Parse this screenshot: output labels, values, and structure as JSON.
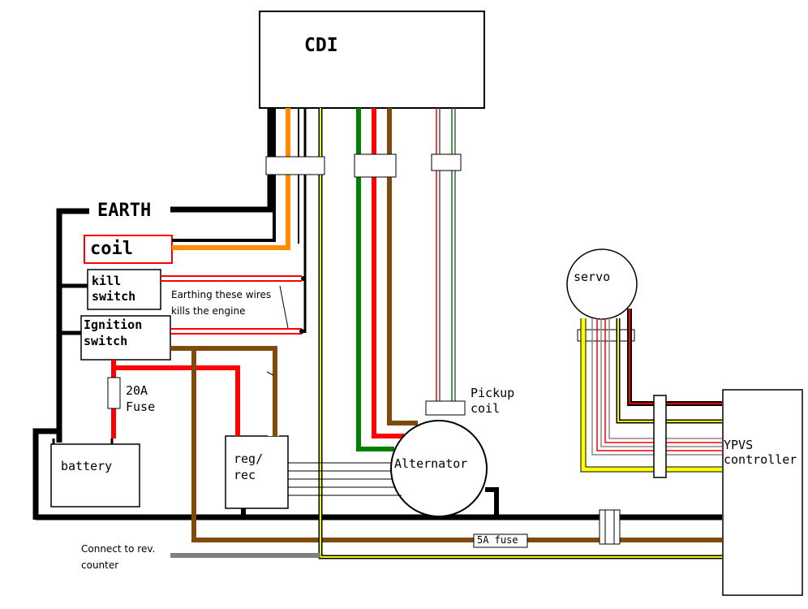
{
  "labels": {
    "cdi": "CDI",
    "earth": "EARTH",
    "coil": "coil",
    "kill_switch_1": "kill",
    "kill_switch_2": "switch",
    "ignition_1": "Ignition",
    "ignition_2": "switch",
    "note_1": "Earthing these wires",
    "note_2": "kills the engine",
    "fuse_20a_1": "20A",
    "fuse_20a_2": "Fuse",
    "battery": "battery",
    "regrec_1": "reg/",
    "regrec_2": "rec",
    "pickup_1": "Pickup",
    "pickup_2": "coil",
    "alternator": "Alternator",
    "servo": "servo",
    "ypvs_1": "YPVS",
    "ypvs_2": "controller",
    "fuse_5a": "5A fuse",
    "rev_1": "Connect to rev.",
    "rev_2": "counter"
  },
  "colors": {
    "black": "#000000",
    "orange": "#ff8c00",
    "red": "#ff0000",
    "green": "#008000",
    "brown": "#7f4a0e",
    "yellow": "#ffff00",
    "gray": "#808080",
    "outline": "#ff0000"
  }
}
